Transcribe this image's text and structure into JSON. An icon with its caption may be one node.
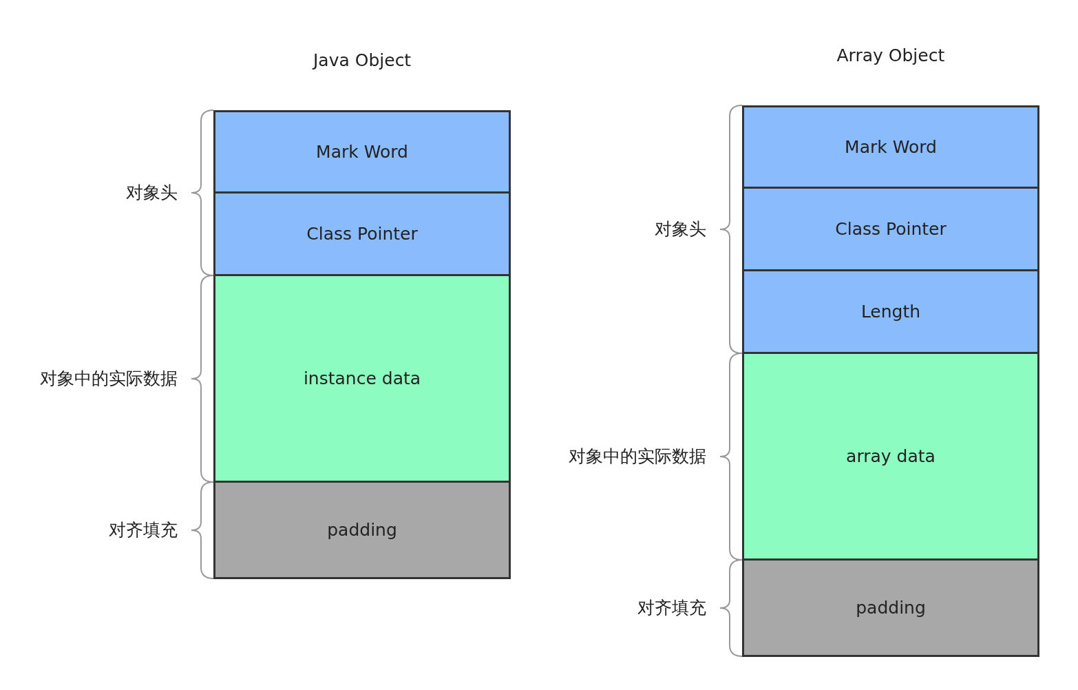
{
  "diagram": {
    "nodes": [
      {
        "text": [
          "Mark Word"
        ]
      },
      {
        "text": [
          "Class Pointer"
        ]
      },
      {
        "text": [
          "instance data"
        ]
      },
      {
        "text": [
          "padding"
        ]
      },
      {
        "text": [
          "Mark Word"
        ]
      },
      {
        "text": [
          "Class Pointer"
        ]
      },
      {
        "text": [
          "Length"
        ]
      },
      {
        "text": [
          "array data"
        ]
      },
      {
        "text": [
          "padding"
        ]
      }
    ],
    "edges": [],
    "labels": [
      "Java Object",
      "Array Object",
      "对象头",
      "对象中的实际数据",
      "对齐填充",
      "对象头",
      "对象中的实际数据",
      "对齐填充"
    ]
  }
}
